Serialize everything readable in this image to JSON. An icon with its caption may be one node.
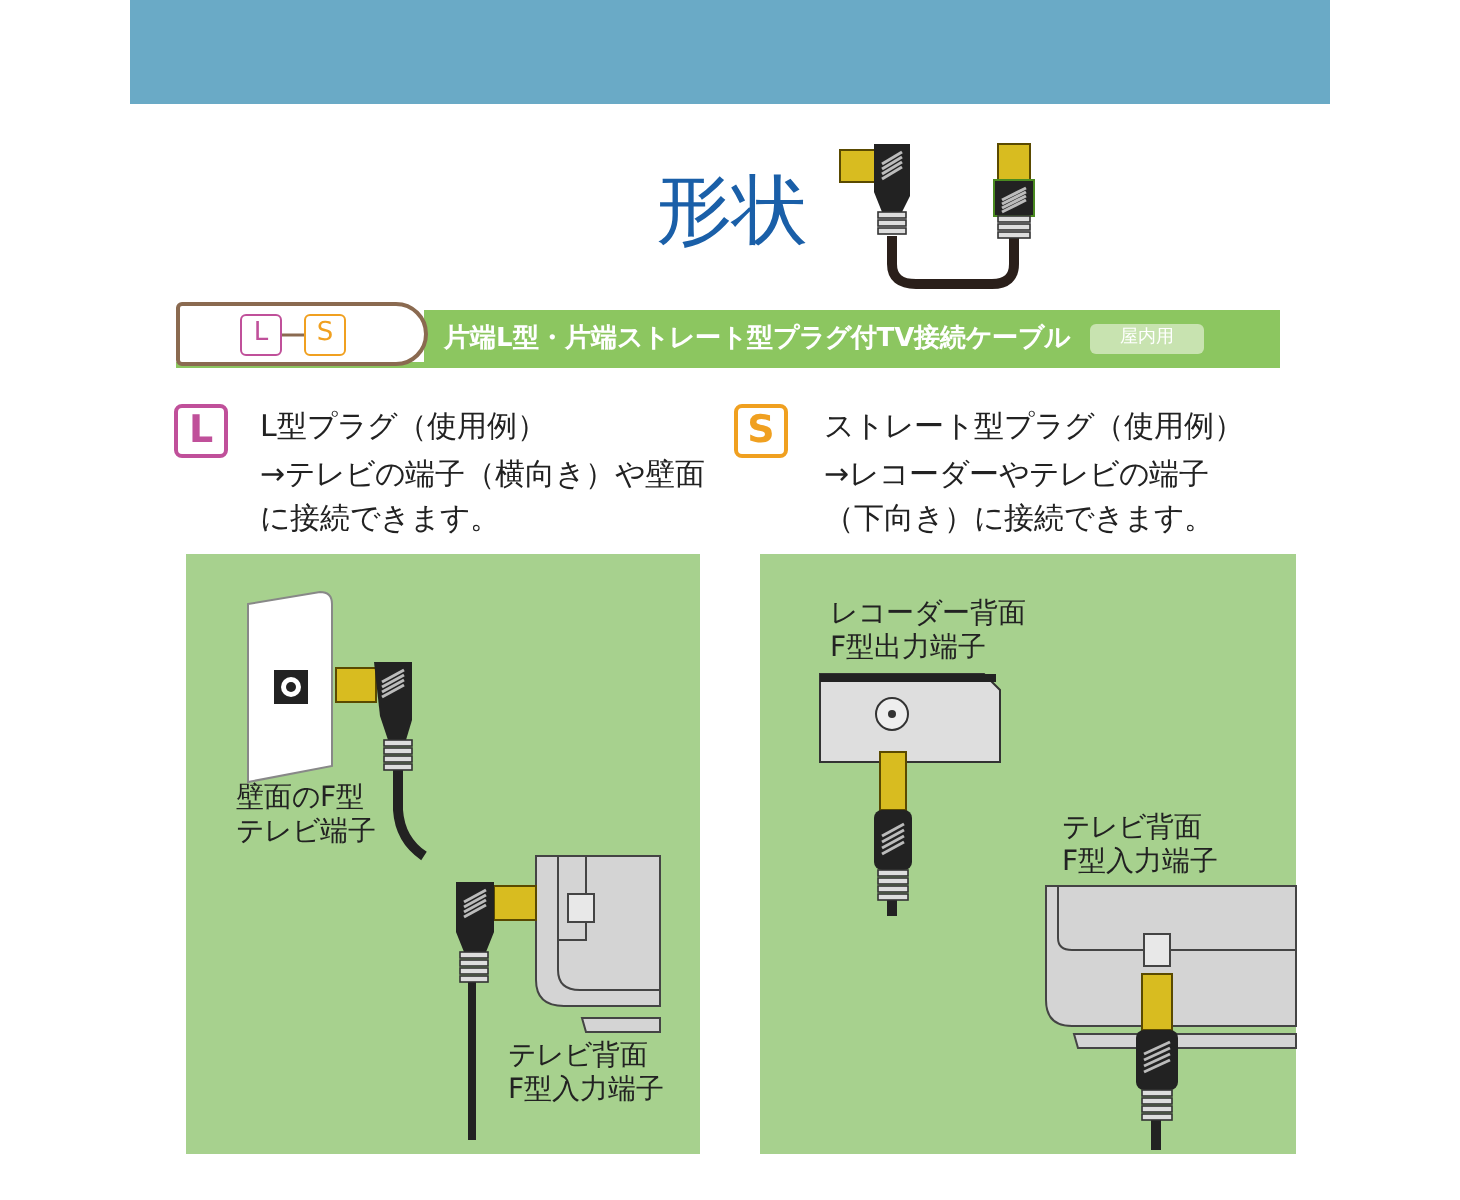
{
  "diagram": {
    "title": "形状",
    "nodes": [
      {
        "text": [
          "片端L型・片端ストレート型プラグ付TV接続ケーブル"
        ]
      },
      {
        "text": [
          "屋内用"
        ],
        "in": 0
      },
      {
        "text": [],
        "shape": "box"
      },
      {
        "text": [
          "L"
        ],
        "in": 2
      },
      {
        "text": [
          "S"
        ],
        "in": 2
      },
      {
        "text": [
          "L"
        ],
        "beside": [
          "L型プラグ（使用例）",
          "→テレビの端子（横向き）や壁面に接続できます。"
        ]
      },
      {
        "text": [
          "S"
        ],
        "beside": [
          "ストレート型プラグ（使用例）",
          "→レコーダーやテレビの端子（下向き）に接続できます。"
        ]
      }
    ],
    "edges": [
      {
        "from": 3,
        "to": 4,
        "arrow": "none"
      }
    ],
    "labels": [
      "壁面のF型テレビ端子",
      "テレビ背面F型入力端子",
      "レコーダー背面F型出力端子",
      "テレビ背面F型入力端子"
    ]
  }
}
